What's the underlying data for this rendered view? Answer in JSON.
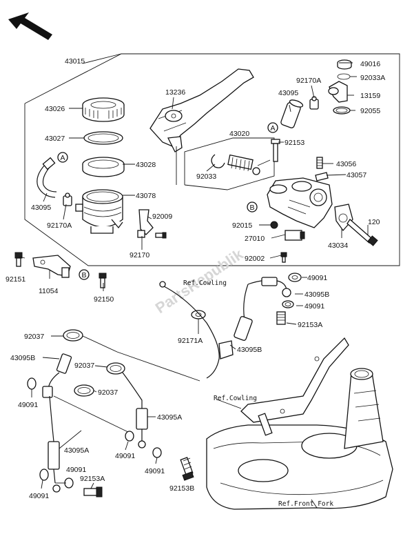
{
  "watermark": "PartsRepublik",
  "refs": {
    "cowling_top": "Ref.Cowling",
    "cowling_mid": "Ref.Cowling",
    "front_fork": "Ref.Front Fork"
  },
  "markers": {
    "a": "A",
    "b": "B"
  },
  "parts": {
    "p43015": "43015",
    "p13236": "13236",
    "p43026": "43026",
    "p43027": "43027",
    "p43028": "43028",
    "p43078": "43078",
    "p43095_tl": "43095",
    "p92170a_l": "92170A",
    "p92009": "92009",
    "p92170": "92170",
    "p92151": "92151",
    "p11054": "11054",
    "p92150": "92150",
    "p43020": "43020",
    "p92033": "92033",
    "p43095_tr": "43095",
    "p92170a_r": "92170A",
    "p49016": "49016",
    "p92033a": "92033A",
    "p13159": "13159",
    "p92055": "92055",
    "p92153": "92153",
    "p43056": "43056",
    "p43057": "43057",
    "p92015": "92015",
    "p27010": "27010",
    "p92002": "92002",
    "p43034": "43034",
    "p120": "120",
    "p49091_a": "49091",
    "p43095b_a": "43095B",
    "p49091_b": "49091",
    "p92153a_a": "92153A",
    "p92171a": "92171A",
    "p43095b_b": "43095B",
    "p92037_a": "92037",
    "p43095b_c": "43095B",
    "p92037_b": "92037",
    "p92037_c": "92037",
    "p49091_c": "49091",
    "p43095a_a": "43095A",
    "p43095a_b": "43095A",
    "p49091_d": "49091",
    "p49091_e": "49091",
    "p49091_f": "49091",
    "p92153a_b": "92153A",
    "p92153b": "92153B",
    "p49091_g": "49091"
  }
}
